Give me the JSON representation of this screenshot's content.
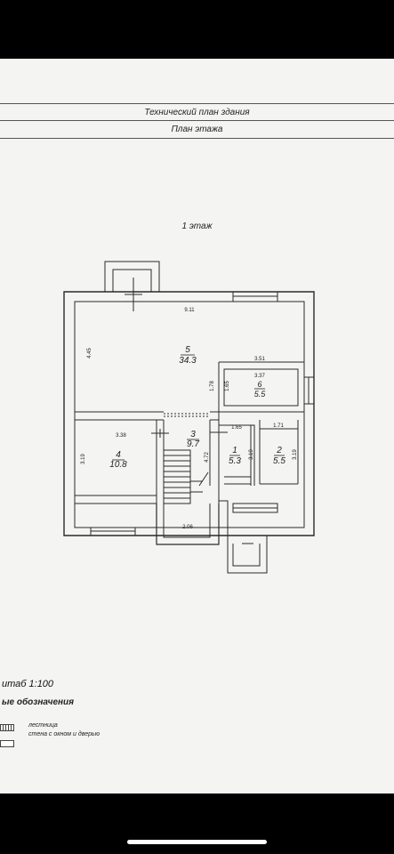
{
  "header": {
    "title": "Технический план здания",
    "subtitle": "План этажа"
  },
  "floor_label": "1 этаж",
  "rooms": [
    {
      "num": "5",
      "area": "34.3"
    },
    {
      "num": "6",
      "area": "5.5"
    },
    {
      "num": "3",
      "area": "9.7"
    },
    {
      "num": "4",
      "area": "10.8"
    },
    {
      "num": "1",
      "area": "5.3"
    },
    {
      "num": "2",
      "area": "5.5"
    }
  ],
  "dimensions": {
    "d_9_11": "9.11",
    "d_4_45": "4.45",
    "d_3_51": "3.51",
    "d_3_37": "3.37",
    "d_1_78": "1.78",
    "d_1_65a": "1.65",
    "d_3_38": "3.38",
    "d_3_19a": "3.19",
    "d_4_72": "4.72",
    "d_1_65b": "1.65",
    "d_3_19b": "3.19",
    "d_1_71": "1.71",
    "d_3_19c": "3.19",
    "d_2_06": "2.06"
  },
  "scale_label": "итаб 1:100",
  "legend": {
    "title": "ые обозначения",
    "items": [
      "лестница",
      "стена с окном и дверью"
    ]
  },
  "colors": {
    "wall": "#2a2a2a",
    "paper": "#f4f4f2",
    "frame": "#000000"
  }
}
